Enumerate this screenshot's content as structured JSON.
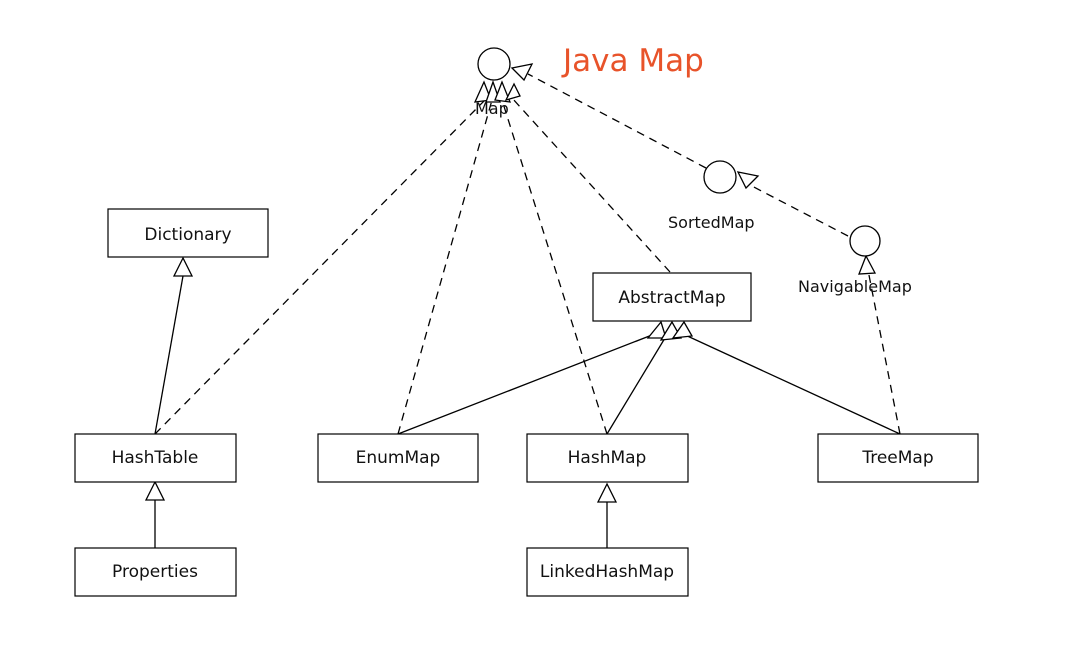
{
  "title": "Java Map",
  "colors": {
    "title": "#e8532a",
    "lines": "#000000",
    "background": "#ffffff"
  },
  "interfaces": {
    "map": "Map",
    "sorted_map": "SortedMap",
    "navigable_map": "NavigableMap"
  },
  "classes": {
    "dictionary": "Dictionary",
    "abstract_map": "AbstractMap",
    "hashtable": "HashTable",
    "enum_map": "EnumMap",
    "hash_map": "HashMap",
    "tree_map": "TreeMap",
    "properties": "Properties",
    "linked_hash_map": "LinkedHashMap"
  }
}
